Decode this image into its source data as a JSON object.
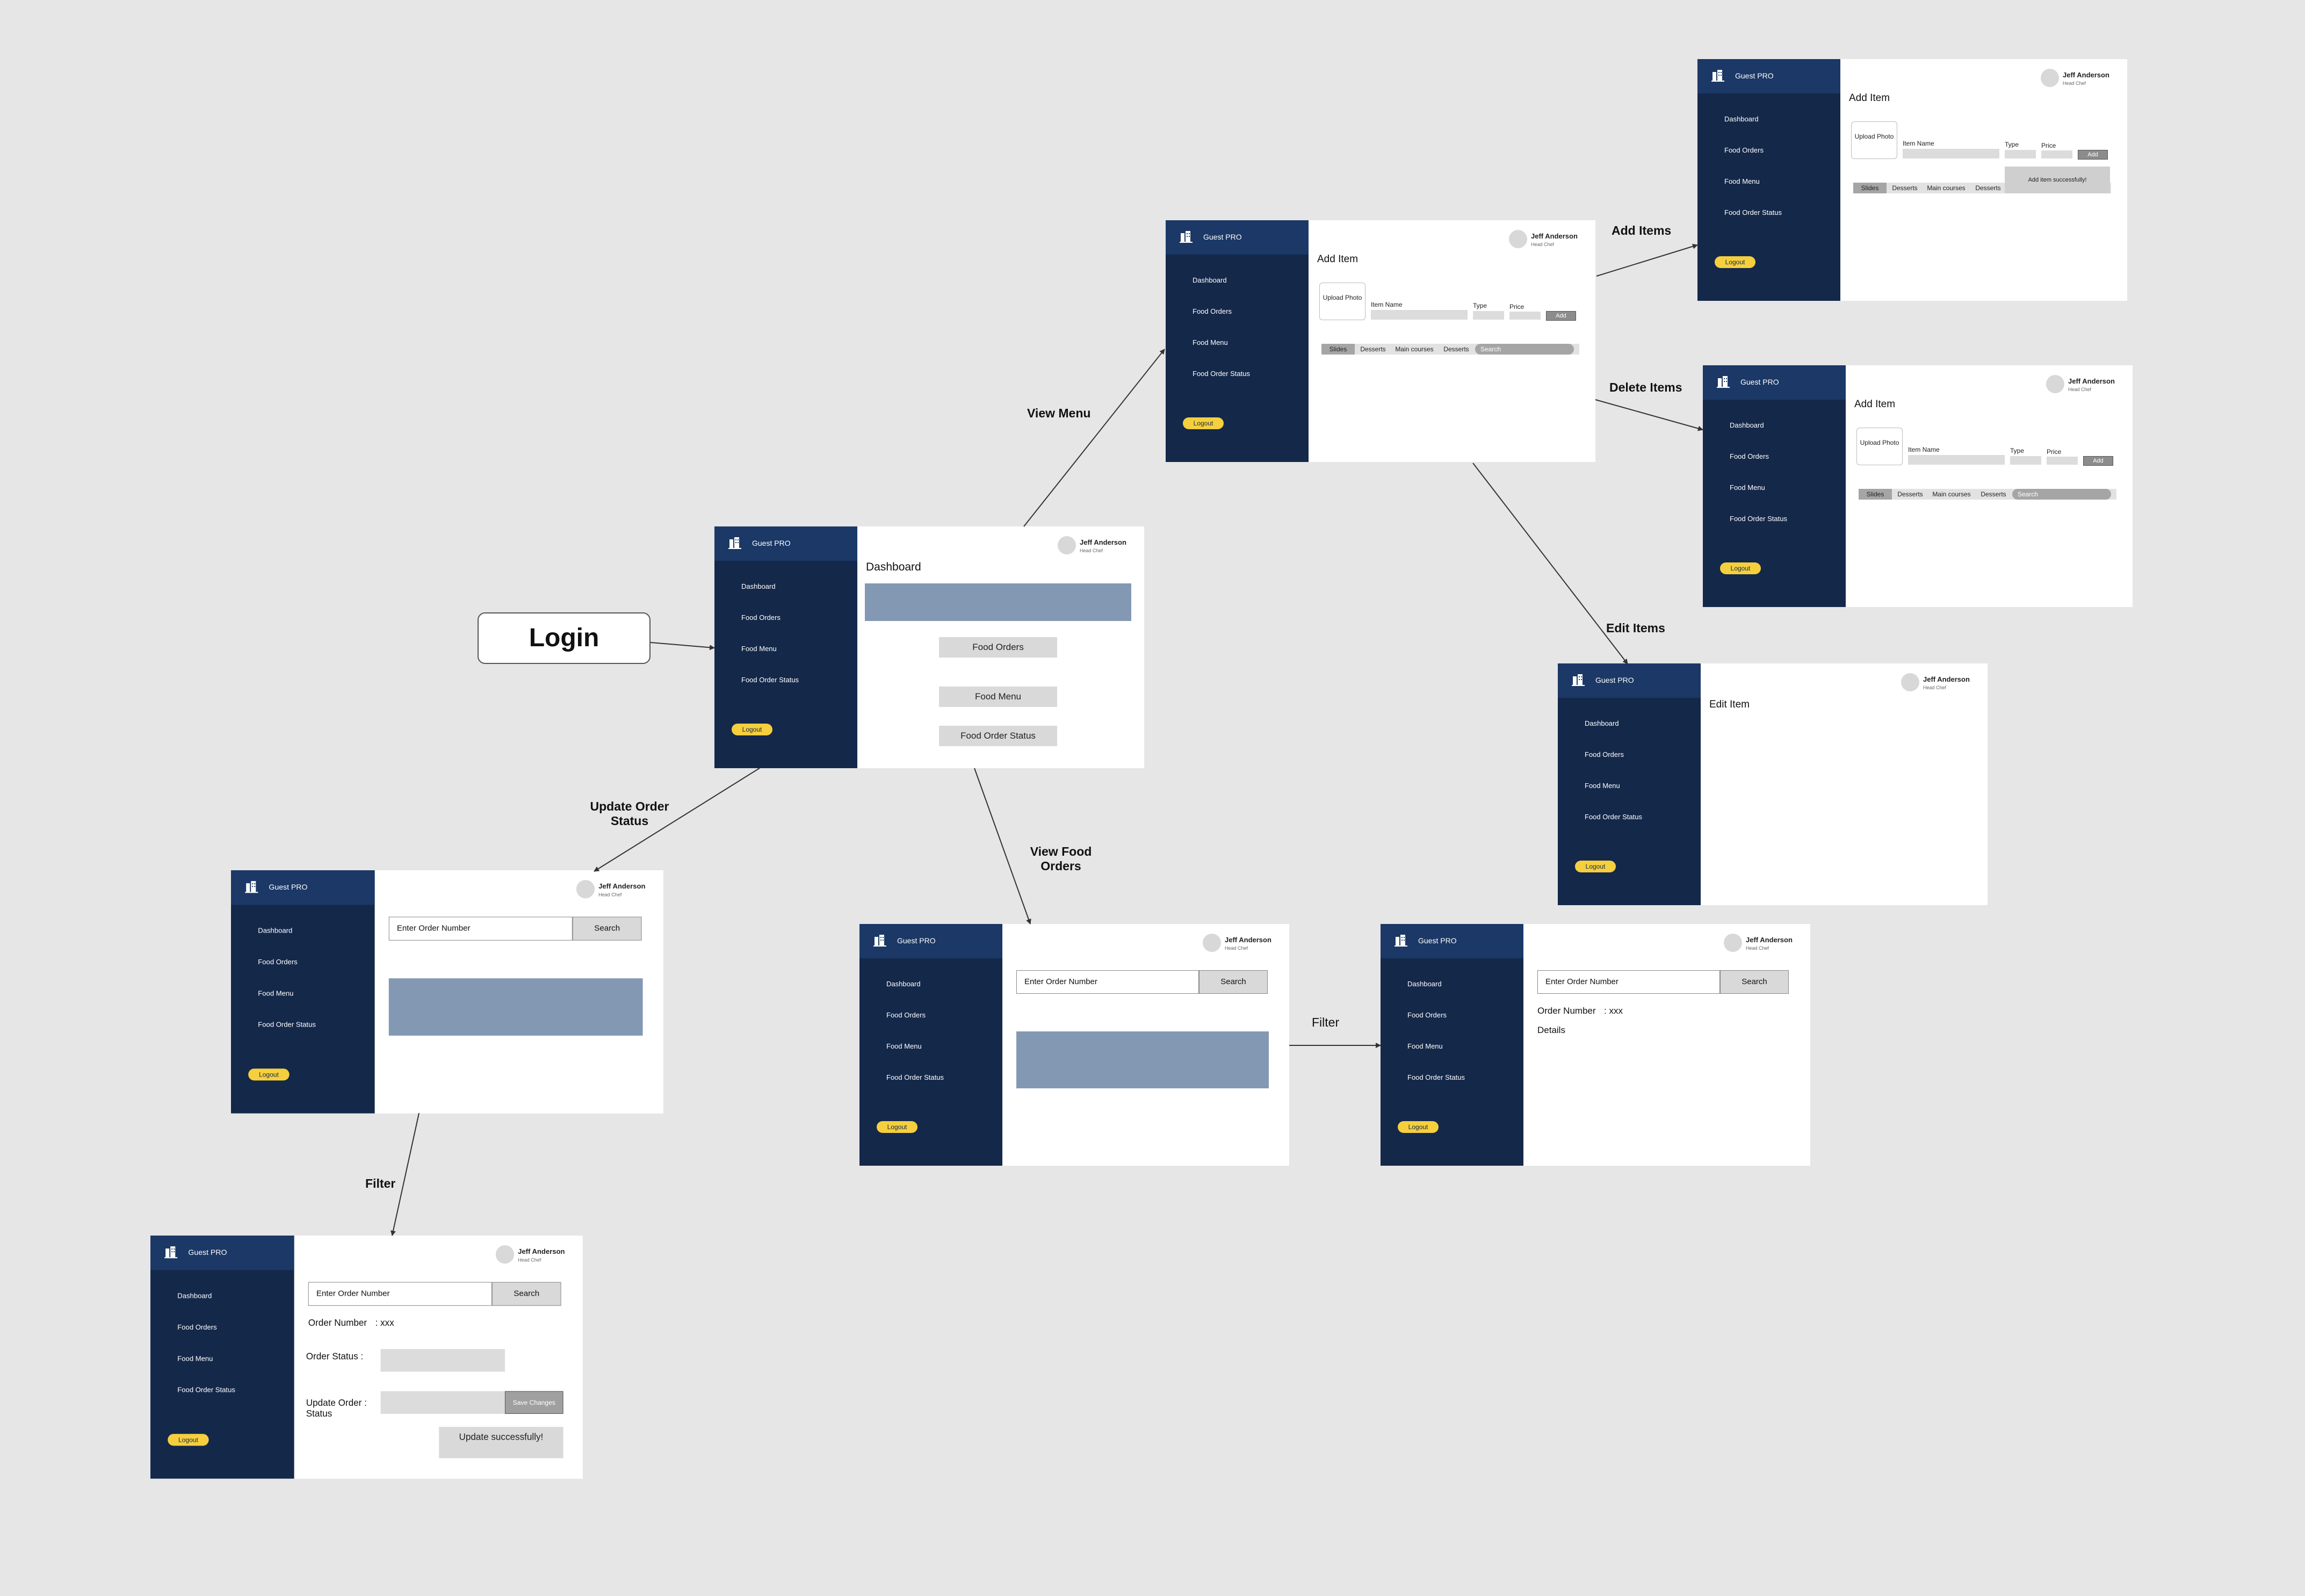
{
  "app": {
    "brand_name": "Guest PRO",
    "nav": [
      "Dashboard",
      "Food Orders",
      "Food Menu",
      "Food Order Status"
    ],
    "logout_label": "Logout",
    "user_name": "Jeff Anderson",
    "user_role": "Head Chef"
  },
  "login_label": "Login",
  "edge_labels": {
    "view_menu": "View Menu",
    "add_items": "Add Items",
    "delete_items": "Delete Items",
    "edit_items": "Edit Items",
    "update_order_status": "Update Order Status",
    "view_food_orders": "View Food Orders",
    "filter_orders": "Filter",
    "filter_status": "Filter"
  },
  "dashboard": {
    "title": "Dashboard",
    "buttons": [
      "Food Orders",
      "Food Menu",
      "Food Order Status"
    ]
  },
  "menu": {
    "title": "Add Item",
    "upload_label": "Upload Photo",
    "item_name_label": "Item Name",
    "type_label": "Type",
    "price_label": "Price",
    "add_label": "Add",
    "categories": [
      "Slides",
      "Desserts",
      "Main courses",
      "Desserts"
    ],
    "search_label": "Search",
    "toast": "Add item successfully!"
  },
  "edit": {
    "title": "Edit Item"
  },
  "orders": {
    "search_placeholder": "Enter Order Number",
    "search_label": "Search",
    "order_number_label": "Order Number",
    "order_number_value": ": xxx",
    "details_label": "Details"
  },
  "status": {
    "order_status_label": "Order Status :",
    "update_label": "Update Order : Status",
    "save_label": "Save Changes",
    "success_message": "Update successfully!"
  },
  "colors": {
    "background": "#e6e6e6",
    "sidebar": "#14284a",
    "sidebar_header": "#1b3866",
    "logout_button": "#f5cf3d",
    "placeholder_block": "#8398b3",
    "button_grey": "#d9d9d9"
  }
}
